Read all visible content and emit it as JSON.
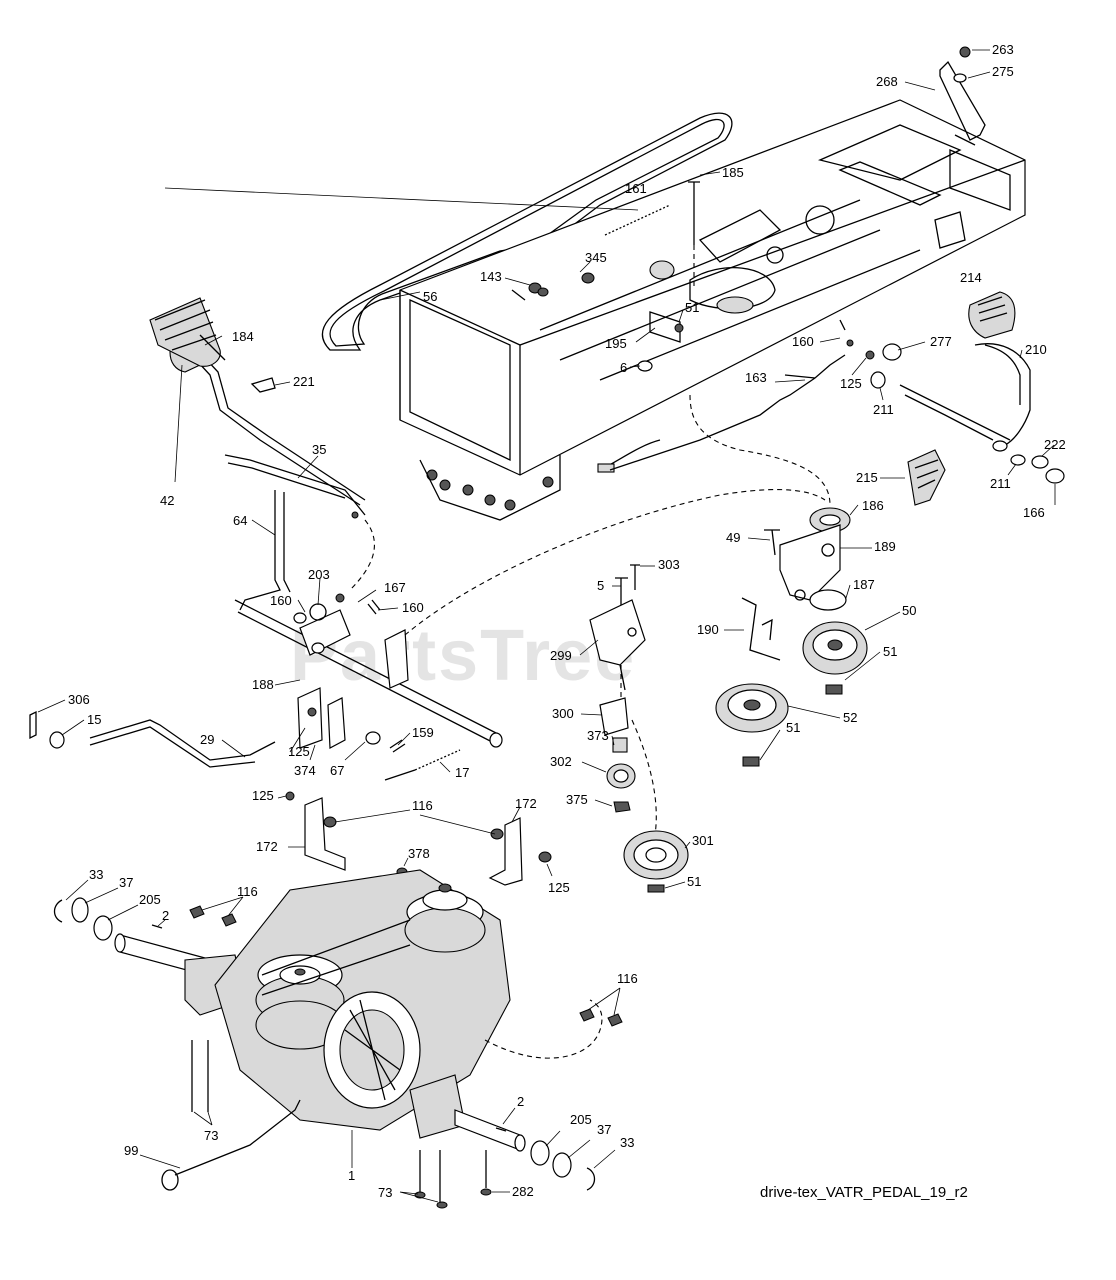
{
  "diagram": {
    "watermark": "PartsTree",
    "caption": "drive-tex_VATR_PEDAL_19_r2",
    "labels": {
      "l263": "263",
      "l275": "275",
      "l268": "268",
      "l185": "185",
      "l161": "161",
      "l345": "345",
      "l143": "143",
      "l56": "56",
      "l51a": "51",
      "l195": "195",
      "l6": "6",
      "l160a": "160",
      "l277": "277",
      "l214": "214",
      "l210": "210",
      "l125a": "125",
      "l163": "163",
      "l211a": "211",
      "l184": "184",
      "l221": "221",
      "l222": "222",
      "l211b": "211",
      "l166": "166",
      "l215": "215",
      "l35": "35",
      "l42": "42",
      "l186": "186",
      "l49": "49",
      "l189": "189",
      "l64": "64",
      "l303": "303",
      "l5": "5",
      "l203": "203",
      "l167": "167",
      "l187": "187",
      "l160b": "160",
      "l160c": "160",
      "l50": "50",
      "l190": "190",
      "l299": "299",
      "l51b": "51",
      "l188": "188",
      "l306": "306",
      "l15": "15",
      "l300": "300",
      "l52": "52",
      "l51c": "51",
      "l29": "29",
      "l125b": "125",
      "l159": "159",
      "l373": "373",
      "l374": "374",
      "l67": "67",
      "l17": "17",
      "l302": "302",
      "l125c": "125",
      "l116a": "116",
      "l172a": "172",
      "l375": "375",
      "l172b": "172",
      "l301": "301",
      "l378": "378",
      "l125d": "125",
      "l51d": "51",
      "l33a": "33",
      "l37a": "37",
      "l116b": "116",
      "l205a": "205",
      "l2a": "2",
      "l116c": "116",
      "l73a": "73",
      "l2b": "2",
      "l205b": "205",
      "l37b": "37",
      "l99": "99",
      "l33b": "33",
      "l1": "1",
      "l73b": "73",
      "l282": "282"
    }
  }
}
